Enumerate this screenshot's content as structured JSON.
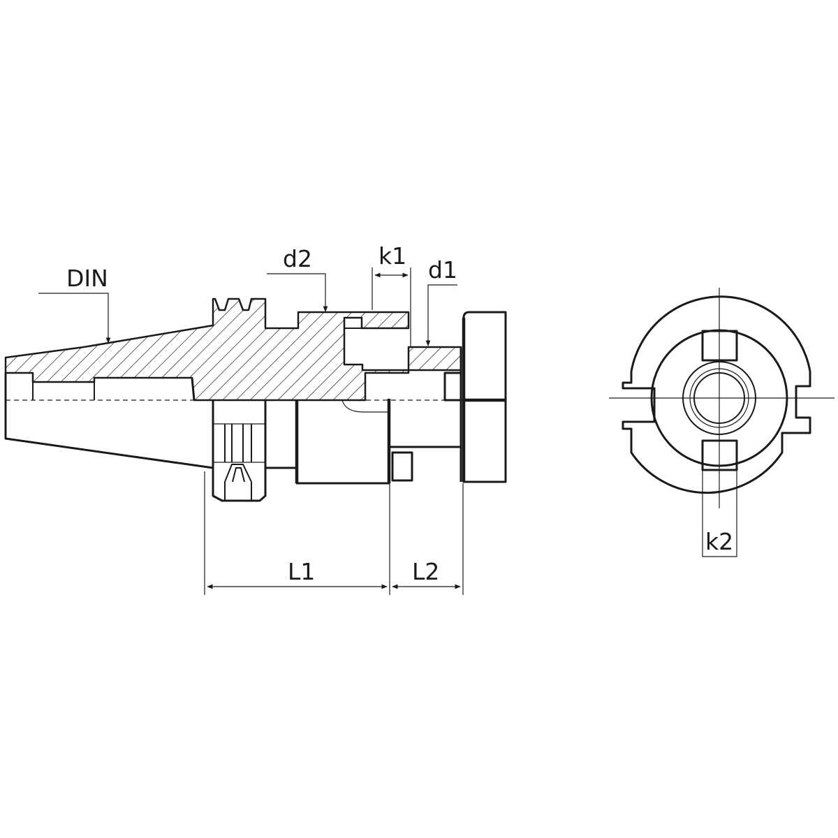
{
  "labels": {
    "din": "DIN",
    "d2": "d2",
    "k1": "k1",
    "d1": "d1",
    "l1": "L1",
    "l2": "L2",
    "k2": "k2"
  },
  "colors": {
    "line": "#1a1a1a",
    "background": "#ffffff"
  }
}
